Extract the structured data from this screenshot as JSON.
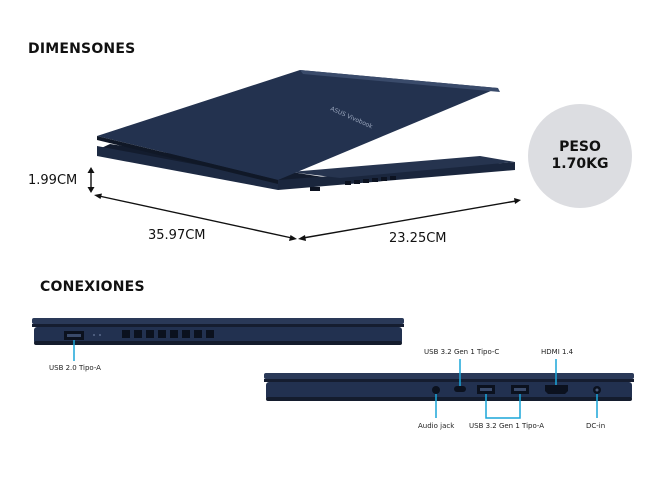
{
  "sections": {
    "dimensions_title": "DIMENSONES",
    "connections_title": "CONEXIONES"
  },
  "dimensions": {
    "height": "1.99CM",
    "width": "35.97CM",
    "depth": "23.25CM"
  },
  "weight": {
    "label": "PESO",
    "value": "1.70KG"
  },
  "laptop": {
    "brand_text": "ASUS Vivobook"
  },
  "ports": {
    "left_side": [
      "USB 2.0 Tipo-A"
    ],
    "right_side_top": [
      "USB 3.2 Gen 1 Tipo-C",
      "HDMI 1.4"
    ],
    "right_side_bottom": [
      "Audio jack",
      "USB 3.2 Gen 1 Tipo-A",
      "DC-in"
    ]
  },
  "colors": {
    "chassis": "#1f2d47",
    "chassis_dark": "#131c2e",
    "accent": "#1aa6d9",
    "weight_bg": "#dcdde1"
  }
}
